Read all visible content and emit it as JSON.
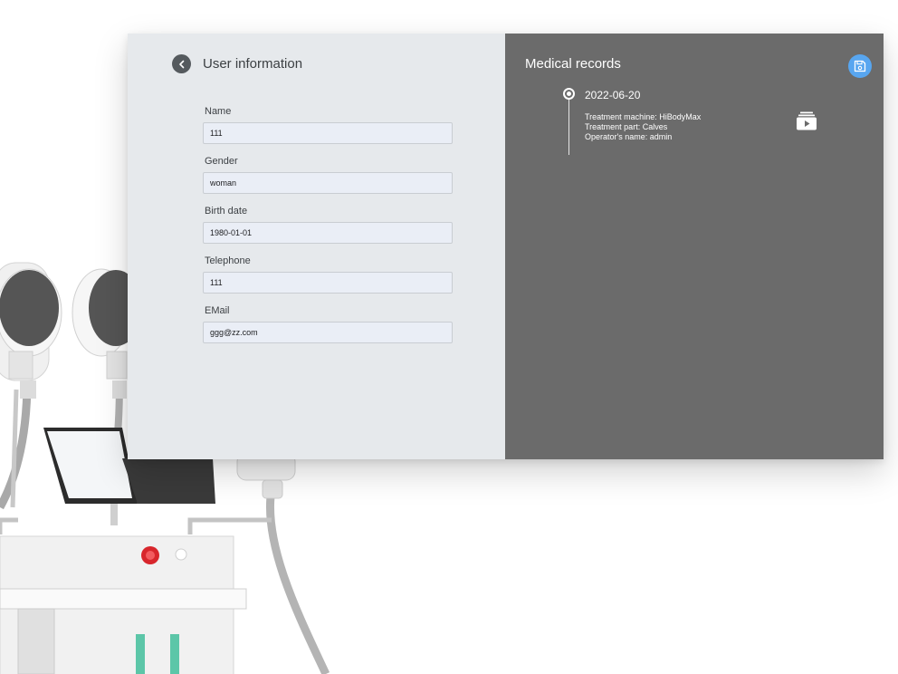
{
  "user_panel": {
    "title": "User information",
    "fields": [
      {
        "label": "Name",
        "value": "111"
      },
      {
        "label": "Gender",
        "value": "woman"
      },
      {
        "label": "Birth date",
        "value": "1980-01-01"
      },
      {
        "label": "Telephone",
        "value": "111"
      },
      {
        "label": "EMail",
        "value": "ggg@zz.com"
      }
    ]
  },
  "records_panel": {
    "title": "Medical records",
    "records": [
      {
        "date": "2022-06-20",
        "machine": "Treatment machine: HiBodyMax",
        "part": "Treatment part: Calves",
        "operator": "Operator's name: admin"
      }
    ]
  },
  "colors": {
    "left_panel_bg": "#e6e9ec",
    "right_panel_bg": "#6b6b6b",
    "save_button": "#58a6f0",
    "input_bg": "#eaeef6"
  },
  "icons": {
    "back": "back-arrow-icon",
    "save": "save-icon",
    "play": "play-video-icon",
    "timeline": "timeline-dot-icon"
  }
}
